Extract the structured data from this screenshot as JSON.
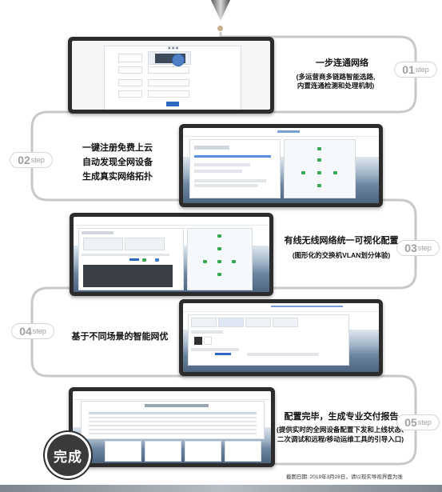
{
  "steps": [
    {
      "badge_num": "01",
      "badge_label": "step",
      "title": "一步连通网络",
      "lines": [
        "(多运营商多链路智能选路,",
        "内置连通检测和处理机制)"
      ]
    },
    {
      "badge_num": "02",
      "badge_label": "step",
      "lines": [
        "一键注册免费上云",
        "自动发现全网设备",
        "生成真实网络拓扑"
      ]
    },
    {
      "badge_num": "03",
      "badge_label": "step",
      "title": "有线无线网络统一可视化配置",
      "lines": [
        "(图形化的交换机VLAN划分体验)"
      ]
    },
    {
      "badge_num": "04",
      "badge_label": "step",
      "title": "基于不同场景的智能网优"
    },
    {
      "badge_num": "05",
      "badge_label": "step",
      "title": "配置完毕，生成专业交付报告",
      "lines": [
        "(提供实时的全网设备配置下发和上线状态、",
        "二次调试和远程/移动运维工具的引导入口)"
      ]
    }
  ],
  "done_label": "完成",
  "footnote": "截图日期: 2019年3月28日，请以现实导视界面为准",
  "colors": {
    "screen_frame": "#2c2c2c",
    "accent_blue": "#2f67c4",
    "node_green": "#35a853",
    "track": "#c9c9c9"
  }
}
